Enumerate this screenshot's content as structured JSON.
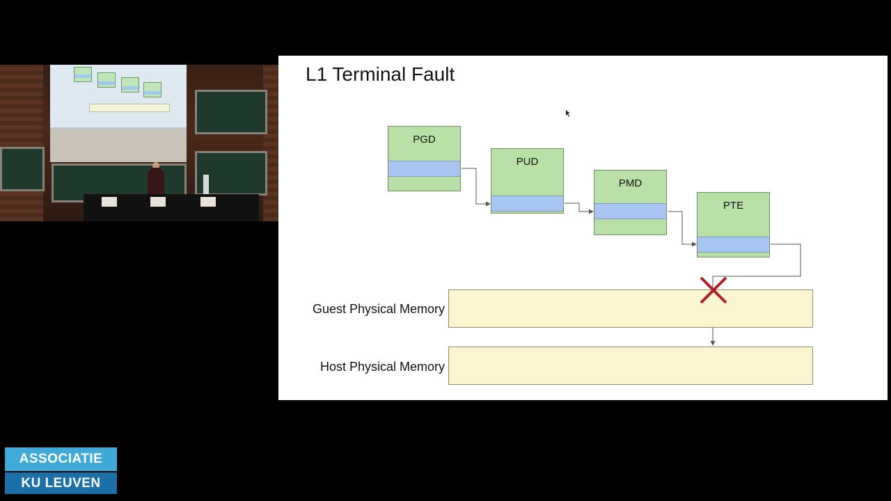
{
  "slide": {
    "title": "L1 Terminal Fault",
    "page_tables": [
      {
        "label": "PGD"
      },
      {
        "label": "PUD"
      },
      {
        "label": "PMD"
      },
      {
        "label": "PTE"
      }
    ],
    "memory": {
      "guest_label": "Guest Physical Memory",
      "host_label": "Host Physical Memory"
    }
  },
  "logo": {
    "line1": "ASSOCIATIE",
    "line2": "KU LEUVEN"
  },
  "colors": {
    "table_fill": "#b9e0a6",
    "entry_fill": "#a9c6f2",
    "memory_fill": "#fbf6cf",
    "fault_mark": "#b0202a",
    "logo_light": "#3fa9d8",
    "logo_dark": "#1d6fa8"
  }
}
